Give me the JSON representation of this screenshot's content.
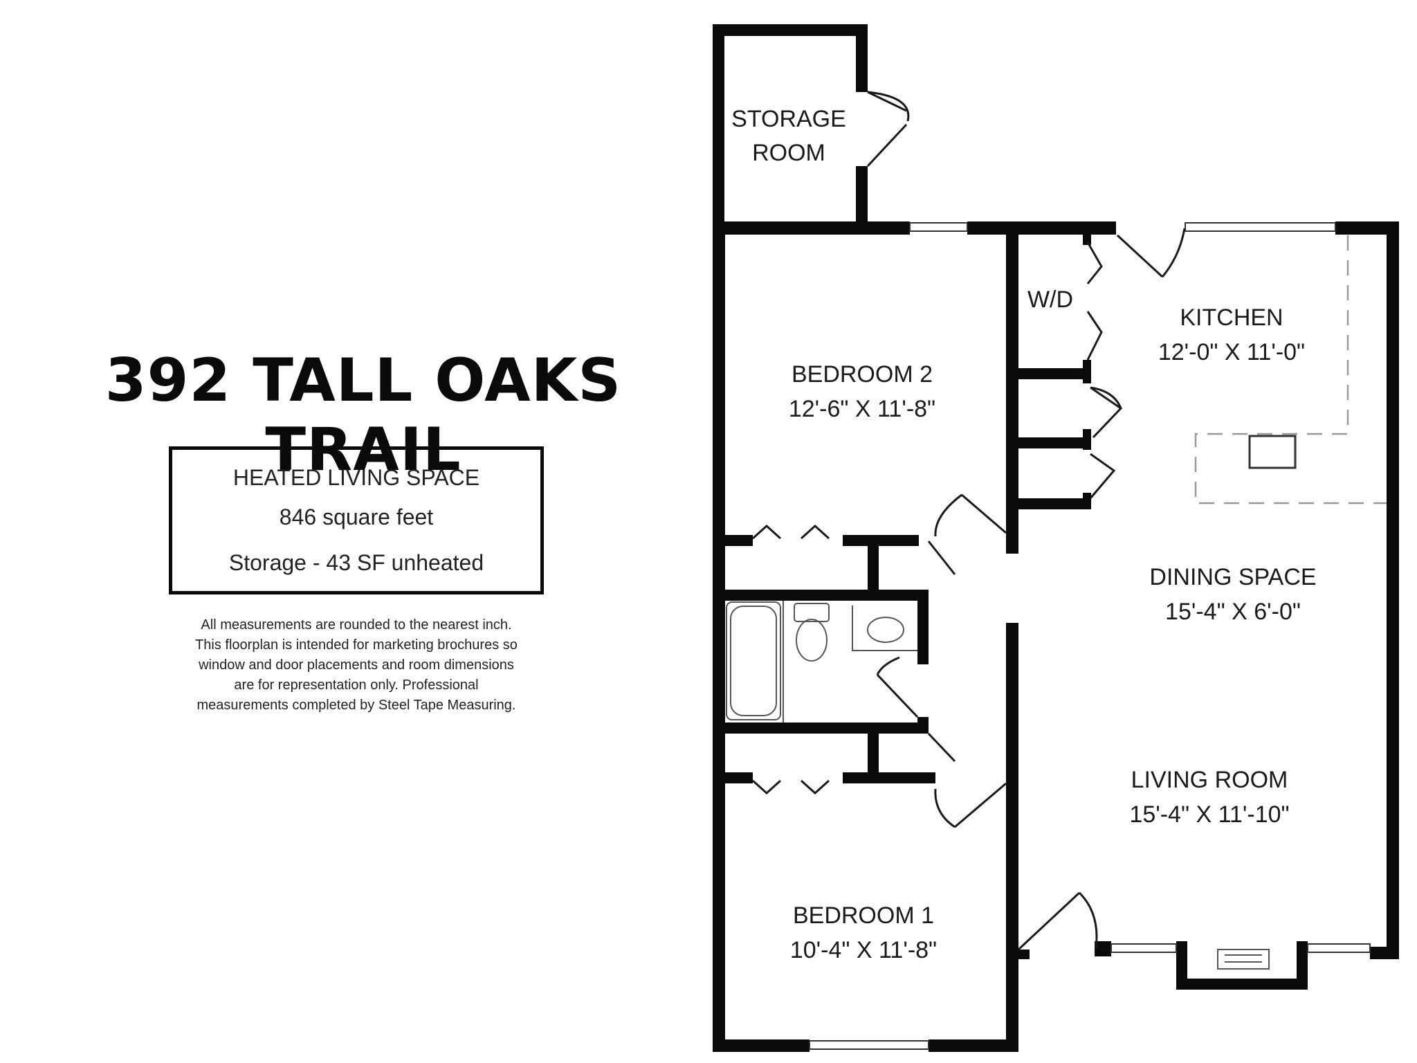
{
  "title": "392 TALL OAKS TRAIL",
  "info_box": {
    "heading": "HEATED LIVING SPACE",
    "area": "846 square feet",
    "storage": "Storage -  43 SF unheated"
  },
  "disclaimer": [
    "All measurements are rounded to the nearest inch.",
    "This floorplan is intended for marketing brochures so",
    "window and door placements and room dimensions",
    "are for representation only. Professional",
    "measurements completed by Steel Tape Measuring."
  ],
  "rooms": {
    "storage": {
      "name_line1": "STORAGE",
      "name_line2": "ROOM"
    },
    "wd": {
      "name": "W/D"
    },
    "bedroom2": {
      "name": "BEDROOM 2",
      "dims": "12'-6\" X 11'-8\""
    },
    "kitchen": {
      "name": "KITCHEN",
      "dims": "12'-0\" X 11'-0\""
    },
    "dining": {
      "name": "DINING SPACE",
      "dims": "15'-4\" X 6'-0\""
    },
    "living": {
      "name": "LIVING ROOM",
      "dims": "15'-4\" X 11'-10\""
    },
    "bedroom1": {
      "name": "BEDROOM 1",
      "dims": "10'-4\" X 11'-8\""
    }
  },
  "colors": {
    "wall": "#0a0a0a",
    "fixture": "#555555",
    "dashed": "#999999"
  }
}
